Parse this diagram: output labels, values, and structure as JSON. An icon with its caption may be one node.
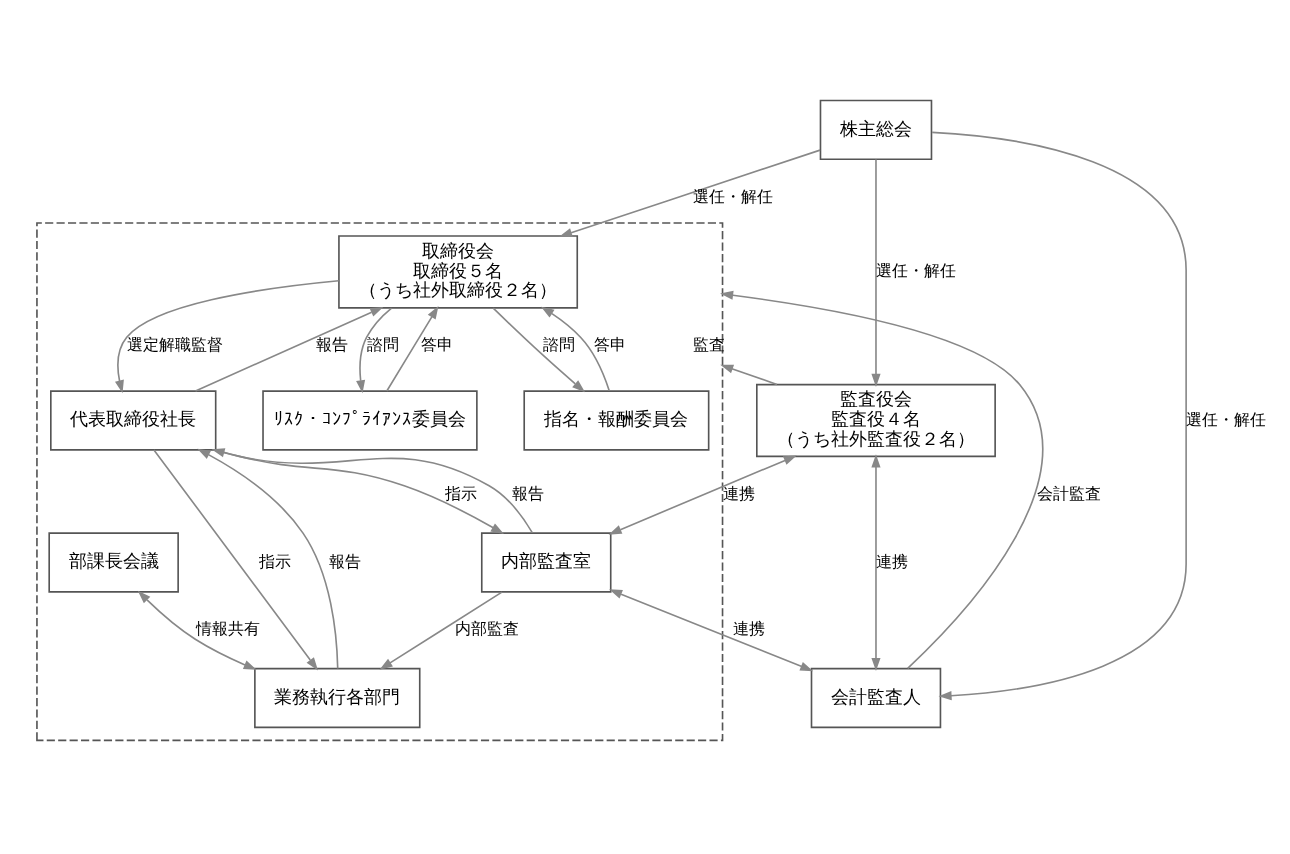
{
  "diagram": {
    "nodes": [
      {
        "text": [
          "株主総会"
        ]
      },
      {
        "text": [],
        "shape": "box"
      },
      {
        "text": [
          "取締役会",
          "取締役５名",
          "（うち社外取締役２名）"
        ],
        "in": 1
      },
      {
        "text": [
          "ﾘｽｸ・ｺﾝﾌﾟﾗｲｱﾝｽ委員会"
        ],
        "in": 1
      },
      {
        "text": [
          "指名・報酬委員会"
        ],
        "in": 1
      },
      {
        "text": [
          "代表取締役社長"
        ],
        "in": 1
      },
      {
        "text": [
          "内部監査室"
        ],
        "in": 1
      },
      {
        "text": [
          "部課長会議"
        ],
        "in": 1
      },
      {
        "text": [
          "業務執行各部門"
        ],
        "in": 1
      },
      {
        "text": [
          "監査役会",
          "監査役４名",
          "（うち社外監査役２名）"
        ]
      },
      {
        "text": [
          "会計監査人"
        ]
      }
    ],
    "edges": [
      {
        "from": 0,
        "to": 2,
        "arrow": "to",
        "label": "選任・解任"
      },
      {
        "from": 0,
        "to": 9,
        "arrow": "to",
        "label": "選任・解任"
      },
      {
        "from": 0,
        "to": 10,
        "arrow": "to",
        "label": "選任・解任"
      },
      {
        "from": 2,
        "to": 3,
        "arrow": "to",
        "label": "諮問"
      },
      {
        "from": 3,
        "to": 2,
        "arrow": "to",
        "label": "答申"
      },
      {
        "from": 2,
        "to": 4,
        "arrow": "to",
        "label": "諮問"
      },
      {
        "from": 4,
        "to": 2,
        "arrow": "to",
        "label": "答申"
      },
      {
        "from": 9,
        "to": 1,
        "arrow": "to",
        "label": "監査"
      },
      {
        "from": 9,
        "to": 6,
        "arrow": "both",
        "label": "連携"
      },
      {
        "from": 9,
        "to": 10,
        "arrow": "both",
        "label": "連携"
      },
      {
        "from": 6,
        "to": 10,
        "arrow": "both",
        "label": "連携"
      },
      {
        "from": 10,
        "to": 1,
        "arrow": "to",
        "label": "会計監査"
      },
      {
        "from": 2,
        "to": 5,
        "arrow": "to",
        "label": "選定解職監督"
      },
      {
        "from": 5,
        "to": 2,
        "arrow": "to",
        "label": "報告"
      },
      {
        "from": 5,
        "to": 6,
        "arrow": "to",
        "label": "指示"
      },
      {
        "from": 6,
        "to": 5,
        "arrow": "to",
        "label": "報告"
      },
      {
        "from": 5,
        "to": 8,
        "arrow": "to",
        "label": "指示"
      },
      {
        "from": 8,
        "to": 5,
        "arrow": "to",
        "label": "報告"
      },
      {
        "from": 6,
        "to": 8,
        "arrow": "to",
        "label": "内部監査"
      },
      {
        "from": 7,
        "to": 8,
        "arrow": "both",
        "label": "情報共有"
      }
    ]
  }
}
